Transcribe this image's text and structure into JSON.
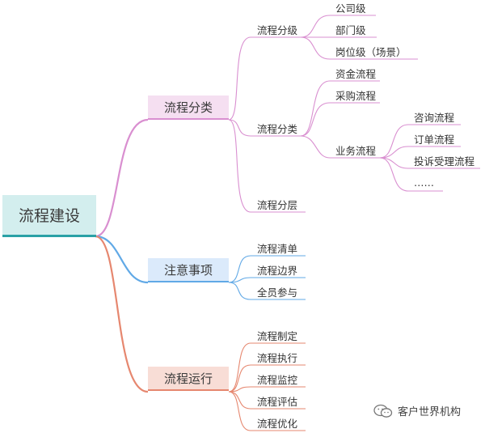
{
  "root": {
    "label": "流程建设"
  },
  "branches": [
    {
      "label": "流程分类",
      "children": [
        {
          "label": "流程分级",
          "children": [
            "公司级",
            "部门级",
            "岗位级（场景）"
          ]
        },
        {
          "label": "流程分类",
          "children": [
            "资金流程",
            "采购流程",
            "业务流程"
          ],
          "grandchildren": [
            "咨询流程",
            "订单流程",
            "投诉受理流程",
            "……"
          ]
        },
        {
          "label": "流程分层"
        }
      ]
    },
    {
      "label": "注意事项",
      "children": [
        "流程清单",
        "流程边界",
        "全员参与"
      ]
    },
    {
      "label": "流程运行",
      "children": [
        "流程制定",
        "流程执行",
        "流程监控",
        "流程评估",
        "流程优化"
      ]
    }
  ],
  "watermark": {
    "text": "客户世界机构"
  },
  "colors": {
    "pink": "#d98fd0",
    "blue": "#61a9e6",
    "red": "#e6876f",
    "teal": "#2aa1a6"
  }
}
